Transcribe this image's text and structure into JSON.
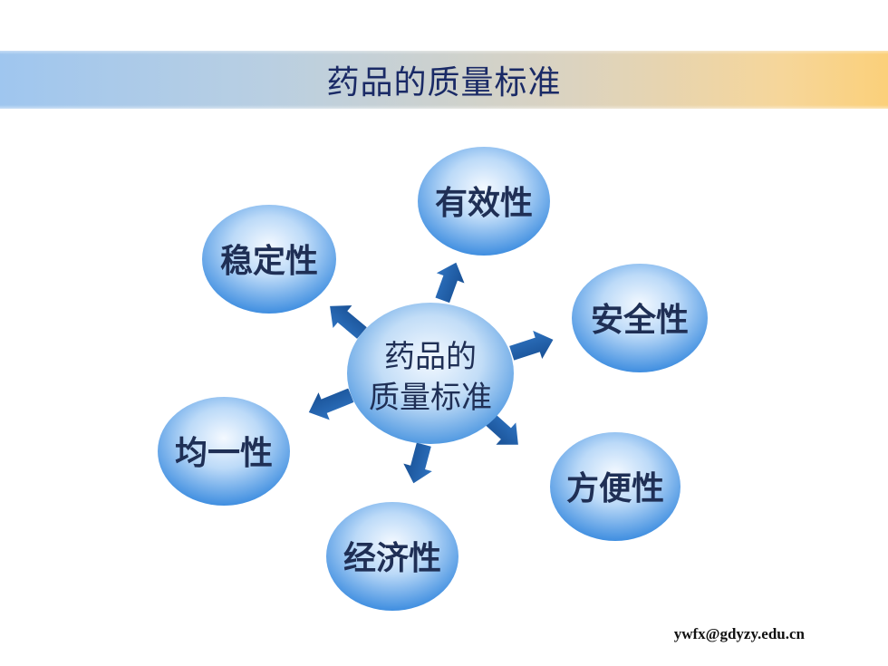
{
  "title": "药品的质量标准",
  "center": {
    "line1": "药品的",
    "line2": "质量标准"
  },
  "nodes": [
    {
      "id": "youxiao",
      "label": "有效性"
    },
    {
      "id": "wending",
      "label": "稳定性"
    },
    {
      "id": "anquan",
      "label": "安全性"
    },
    {
      "id": "junyi",
      "label": "均一性"
    },
    {
      "id": "fangbian",
      "label": "方便性"
    },
    {
      "id": "jingji",
      "label": "经济性"
    }
  ],
  "footer": "ywfx@gdyzy.edu.cn",
  "colors": {
    "node_light": "#e8f3ff",
    "node_dark": "#3f8ee0",
    "node_text": "#1f2f55",
    "center_light": "#f0f7ff",
    "center_dark": "#4a95e0",
    "arrow": "#1f5fa8",
    "title_text": "#1a2a66"
  }
}
